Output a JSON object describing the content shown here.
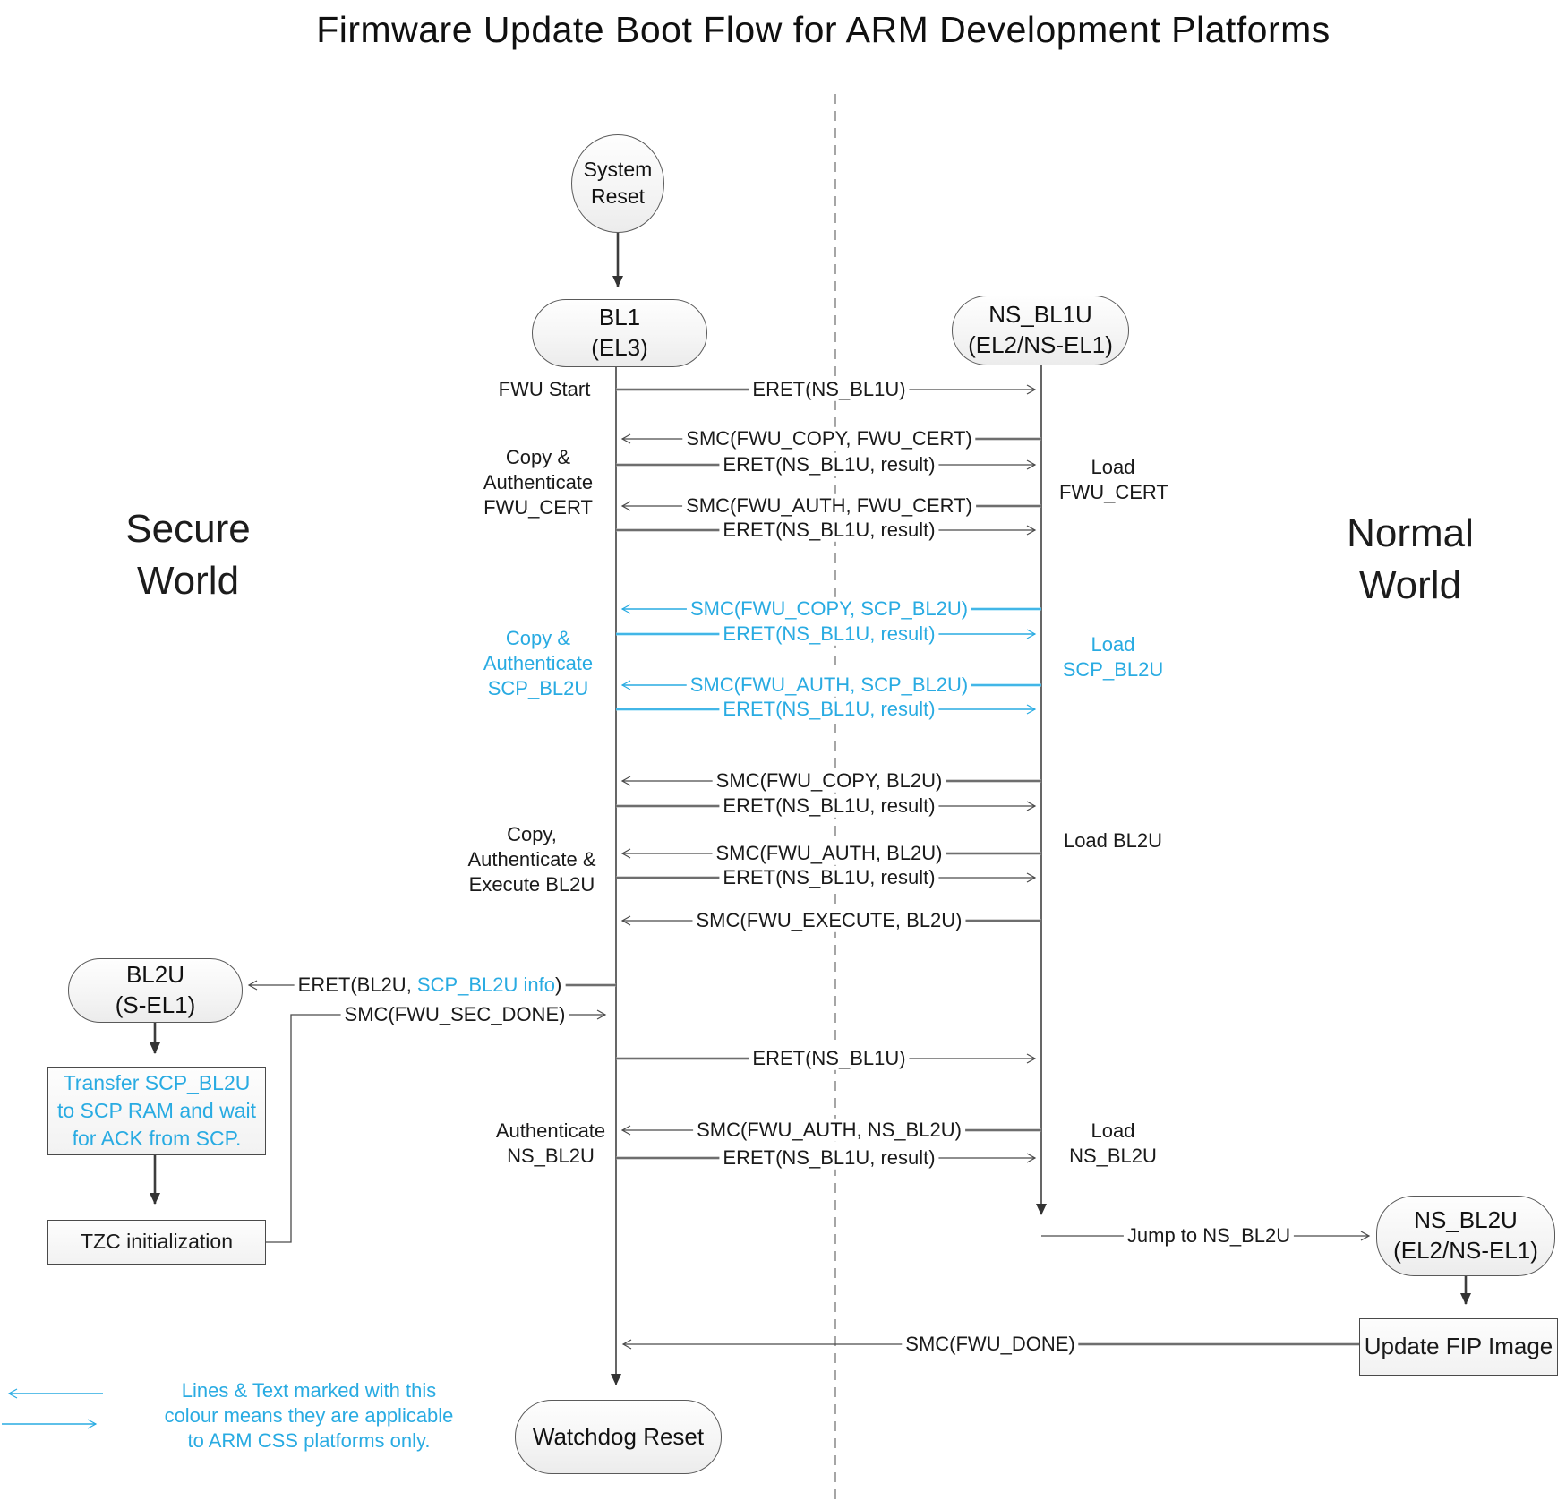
{
  "title": "Firmware Update Boot Flow for ARM Development Platforms",
  "colors": {
    "accent_blue": "#29ABE2",
    "line_dark": "#4a4a4a",
    "halo_gray": "#ababab"
  },
  "worlds": {
    "secure": "Secure World",
    "normal": "Normal World"
  },
  "nodes": {
    "system_reset": {
      "label": "System Reset"
    },
    "bl1": {
      "name": "BL1",
      "level": "(EL3)"
    },
    "ns_bl1u": {
      "name": "NS_BL1U",
      "level": "(EL2/NS-EL1)"
    },
    "bl2u": {
      "name": "BL2U",
      "level": "(S-EL1)"
    },
    "ns_bl2u": {
      "name": "NS_BL2U",
      "level": "(EL2/NS-EL1)"
    },
    "transfer_scp": {
      "label": "Transfer SCP_BL2U to SCP RAM and wait for ACK from SCP."
    },
    "tzc_init": {
      "label": "TZC initialization"
    },
    "update_fip": {
      "label": "Update FIP Image"
    },
    "watchdog_reset": {
      "label": "Watchdog Reset"
    }
  },
  "messages": {
    "eret_start": "ERET(NS_BL1U)",
    "smc_copy_fwu_cert": "SMC(FWU_COPY, FWU_CERT)",
    "eret_result_1": "ERET(NS_BL1U, result)",
    "smc_auth_fwu_cert": "SMC(FWU_AUTH, FWU_CERT)",
    "eret_result_2": "ERET(NS_BL1U, result)",
    "smc_copy_scp_bl2u": "SMC(FWU_COPY, SCP_BL2U)",
    "eret_result_3": "ERET(NS_BL1U, result)",
    "smc_auth_scp_bl2u": "SMC(FWU_AUTH, SCP_BL2U)",
    "eret_result_4": "ERET(NS_BL1U, result)",
    "smc_copy_bl2u": "SMC(FWU_COPY, BL2U)",
    "eret_result_5": "ERET(NS_BL1U, result)",
    "smc_auth_bl2u": "SMC(FWU_AUTH, BL2U)",
    "eret_result_6": "ERET(NS_BL1U, result)",
    "smc_execute_bl2u": "SMC(FWU_EXECUTE, BL2U)",
    "eret_bl2u": {
      "prefix": "ERET(BL2U, ",
      "highlight": "SCP_BL2U info",
      "suffix": ")"
    },
    "smc_sec_done": "SMC(FWU_SEC_DONE)",
    "eret_ns_bl1u": "ERET(NS_BL1U)",
    "smc_auth_ns_bl2u": "SMC(FWU_AUTH, NS_BL2U)",
    "eret_result_7": "ERET(NS_BL1U, result)",
    "jump_ns_bl2u": "Jump to NS_BL2U",
    "smc_done": "SMC(FWU_DONE)"
  },
  "annotations": {
    "fwu_start": "FWU Start",
    "copy_auth_fwu_cert": "Copy & Authenticate FWU_CERT",
    "load_fwu_cert": "Load FWU_CERT",
    "copy_auth_scp_bl2u": "Copy & Authenticate SCP_BL2U",
    "load_scp_bl2u": "Load SCP_BL2U",
    "copy_auth_exec_bl2u": "Copy, Authenticate & Execute BL2U",
    "load_bl2u": "Load BL2U",
    "auth_ns_bl2u": "Authenticate NS_BL2U",
    "load_ns_bl2u": "Load NS_BL2U"
  },
  "legend": {
    "text": "Lines & Text marked with this colour means they are applicable to ARM CSS platforms only."
  }
}
